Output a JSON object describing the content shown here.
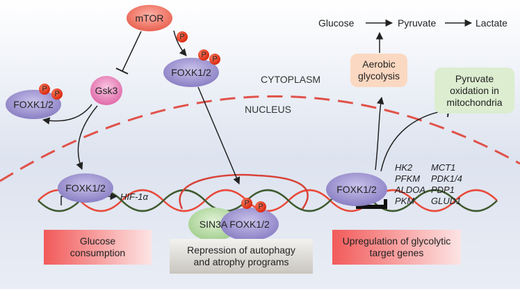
{
  "nodes": {
    "mtor": "mTOR",
    "gsk3": "Gsk3",
    "foxk_top": "FOXK1/2",
    "foxk_left": "FOXK1/2",
    "foxk_nucleus": "FOXK1/2",
    "foxk_sin3a": "FOXK1/2",
    "sin3a": "SIN3A",
    "foxk_right": "FOXK1/2",
    "phospho": "P"
  },
  "compartments": {
    "cytoplasm": "CYTOPLASM",
    "nucleus": "NUCLEUS"
  },
  "pathway": {
    "glucose": "Glucose",
    "pyruvate": "Pyruvate",
    "lactate": "Lactate",
    "aerobic_line1": "Aerobic",
    "aerobic_line2": "glycolysis",
    "pyruvate_ox_line1": "Pyruvate",
    "pyruvate_ox_line2": "oxidation in",
    "pyruvate_ox_line3": "mitochondria"
  },
  "genes": {
    "hif": "HIF-1α",
    "col1": [
      "HK2",
      "PFKM",
      "ALDOA",
      "PKM"
    ],
    "col2": [
      "MCT1",
      "PDK1/4",
      "PDP1",
      "GLUD1"
    ]
  },
  "outcomes": {
    "glucose_line1": "Glucose",
    "glucose_line2": "consumption",
    "repression_line1": "Repression of autophagy",
    "repression_line2": "and atrophy programs",
    "upregulation_line1": "Upregulation of glycolytic",
    "upregulation_line2": "target genes"
  },
  "colors": {
    "mtor": "#f07a6c",
    "foxk": "#9a8fd0",
    "gsk3": "#e87fb8",
    "sin3a": "#b5d9a6",
    "phospho": "#e8391d",
    "nuclear_membrane": "#e0524a",
    "aerobic_box": "#fbd8c1",
    "pyruvate_box": "#dcedd0",
    "dna_red": "#e84a3a",
    "dna_green": "#3f5a2e"
  }
}
